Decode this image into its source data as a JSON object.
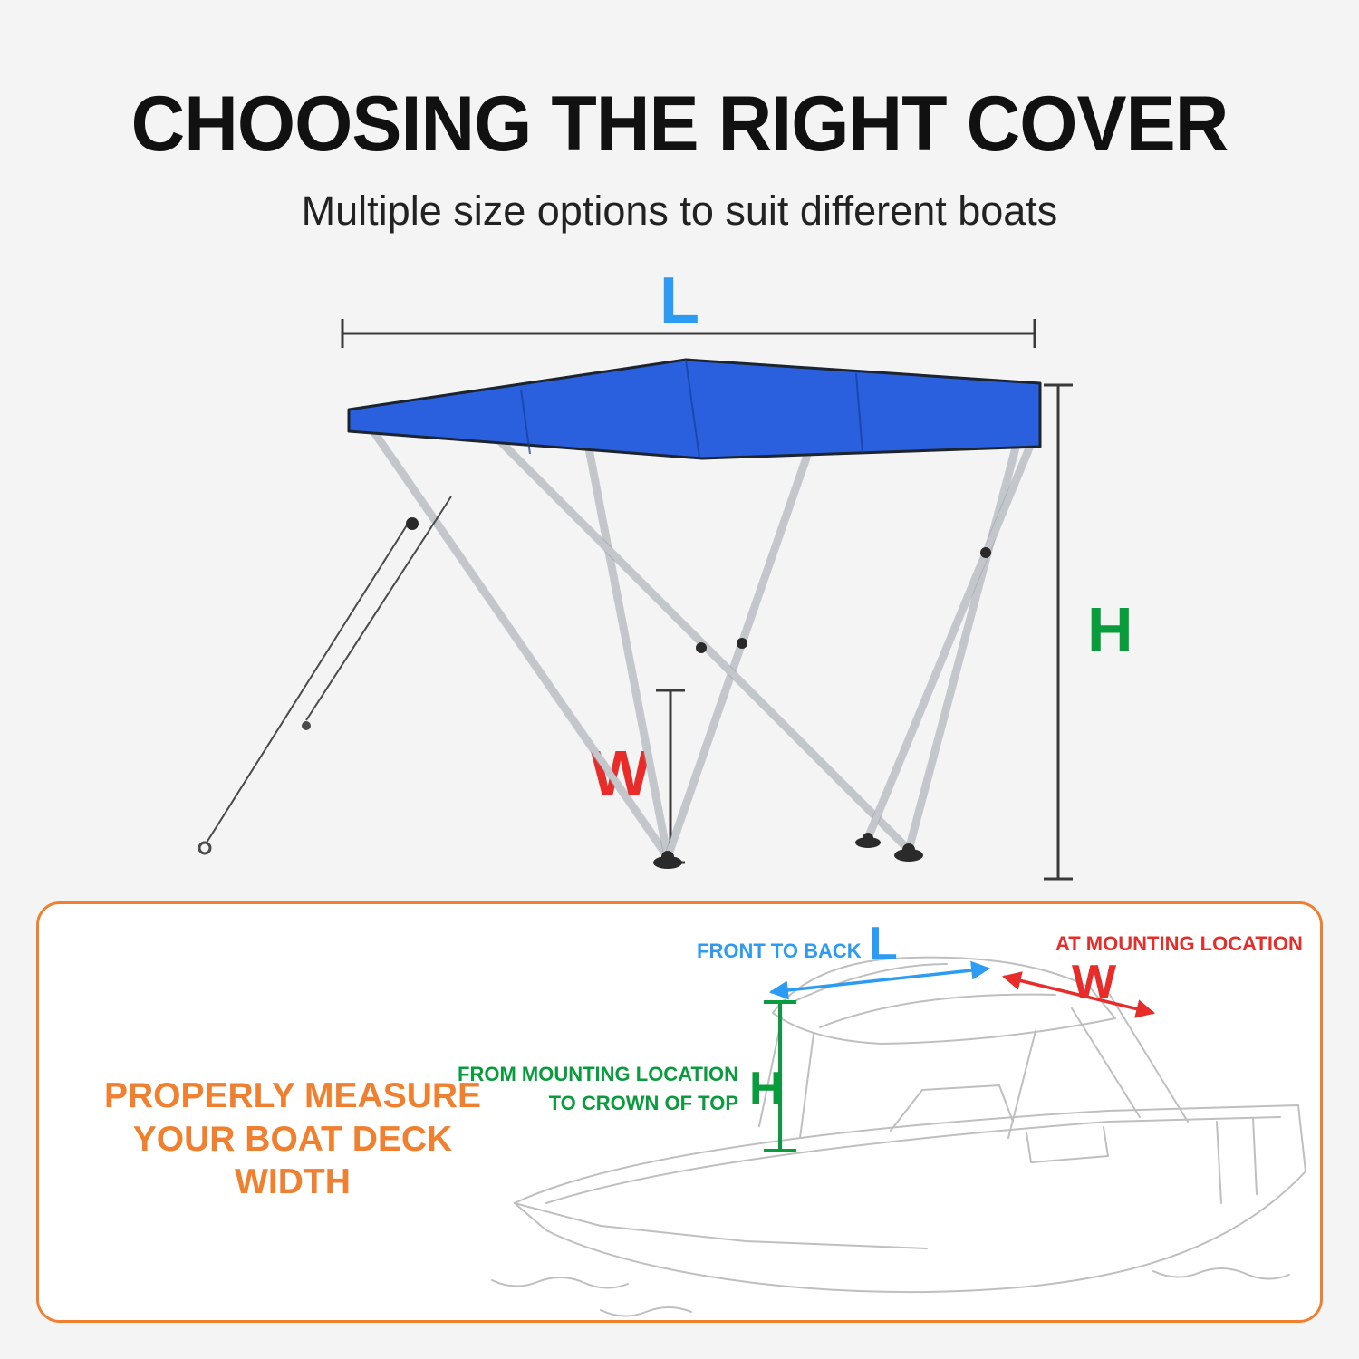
{
  "header": {
    "title": "CHOOSING THE RIGHT COVER",
    "subtitle": "Multiple size options to suit different boats"
  },
  "diagram": {
    "labels": {
      "length": "L",
      "height": "H",
      "width": "W"
    }
  },
  "panel": {
    "note_line1": "PROPERLY MEASURE",
    "note_line2": "YOUR BOAT DECK WIDTH",
    "annotations": {
      "front_to_back": "FRONT TO BACK",
      "front_to_back_label": "L",
      "at_mounting_location": "AT MOUNTING LOCATION",
      "at_mounting_location_label": "W",
      "from_mounting_line1": "FROM MOUNTING LOCATION",
      "from_mounting_line2": "TO CROWN OF TOP",
      "from_mounting_label": "H"
    }
  },
  "colors": {
    "background": "#f4f4f4",
    "panel_bg": "#ffffff",
    "heading_black": "#111111",
    "length_blue": "#2b9bf4",
    "height_green": "#089c3c",
    "width_red": "#e82c2a",
    "accent_orange": "#f08030",
    "canopy_blue": "#2a5fdd",
    "frame_gray": "#c3c7cc",
    "sketch_gray": "#bfbfbf",
    "dim_line": "#3a3a3a"
  }
}
